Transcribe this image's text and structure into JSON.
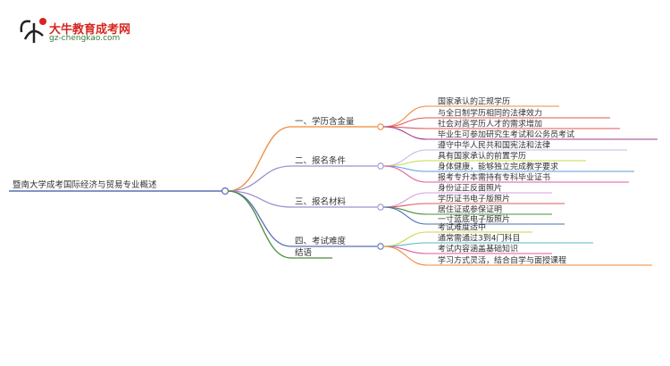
{
  "header": {
    "site_name": "大牛教育成考网",
    "site_url": "gz-chengkao.com",
    "logo_glyph": "大牛"
  },
  "mindmap": {
    "root": "暨南大学成考国际经济与贸易专业概述",
    "branches": [
      {
        "label": "一、学历含金量",
        "color": "#f0883a",
        "leaves": [
          {
            "label": "国家承认的正规学历",
            "color": "#f0883a"
          },
          {
            "label": "与全日制学历相同的法律效力",
            "color": "#e0565a"
          },
          {
            "label": "社会对高学历人才的需求增加",
            "color": "#e0565a"
          },
          {
            "label": "毕业生可参加研究生考试和公务员考试",
            "color": "#a23b8e"
          }
        ]
      },
      {
        "label": "二、报名条件",
        "color": "#9f8fd0",
        "leaves": [
          {
            "label": "遵守中华人民共和国宪法和法律",
            "color": "#c7b9e8"
          },
          {
            "label": "具有国家承认的前置学历",
            "color": "#c7d94c"
          },
          {
            "label": "身体健康，能够独立完成教学要求",
            "color": "#5b9bd5"
          },
          {
            "label": "报考专升本需持有专科毕业证书",
            "color": "#e25aa2"
          }
        ]
      },
      {
        "label": "三、报名材料",
        "color": "#9f8fd0",
        "leaves": [
          {
            "label": "身份证正反面照片",
            "color": "#d99be0"
          },
          {
            "label": "学历证书电子版照片",
            "color": "#e05a5a"
          },
          {
            "label": "居住证或参保证明",
            "color": "#4a8c3c"
          },
          {
            "label": "一寸蓝底电子版照片",
            "color": "#4a6fb5"
          }
        ]
      },
      {
        "label": "四、考试难度",
        "color": "#5a6fb5",
        "leaves": [
          {
            "label": "考试难度适中",
            "color": "#c7d94c"
          },
          {
            "label": "通常需通过3到4门科目",
            "color": "#5bb7c5"
          },
          {
            "label": "考试内容涵盖基础知识",
            "color": "#e25aa2"
          },
          {
            "label": "学习方式灵活，结合自学与面授课程",
            "color": "#f0883a"
          }
        ]
      },
      {
        "label": "结语",
        "color": "#4a8c3c",
        "leaves": []
      }
    ]
  }
}
